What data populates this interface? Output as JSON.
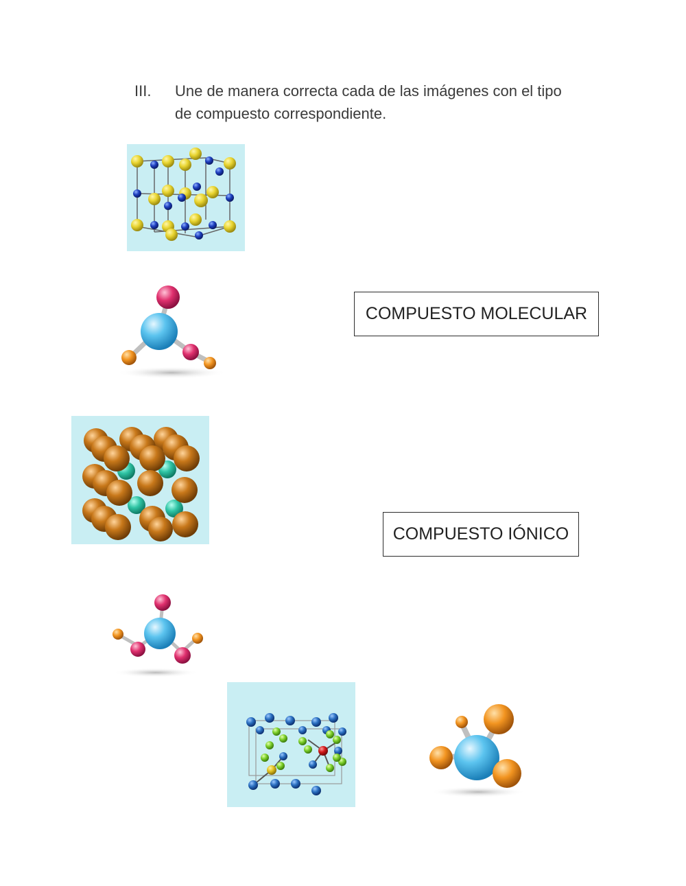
{
  "instruction": {
    "numeral": "III.",
    "text": "Une de manera correcta cada de las imágenes con el tipo de compuesto correspondiente."
  },
  "answer_boxes": {
    "molecular": "COMPUESTO MOLECULAR",
    "ionic": "COMPUESTO IÓNICO"
  },
  "images": [
    {
      "name": "ionic-lattice-yellow-blue"
    },
    {
      "name": "molecule-blue-pink-orange"
    },
    {
      "name": "ionic-lattice-brown-teal"
    },
    {
      "name": "molecule-blue-pink-orange-small"
    },
    {
      "name": "ionic-lattice-blue-green"
    },
    {
      "name": "molecule-blue-orange"
    }
  ],
  "colors": {
    "text": "#3a3a3a",
    "box_border": "#2b2b2b",
    "image_bg": "#c9eef3"
  }
}
